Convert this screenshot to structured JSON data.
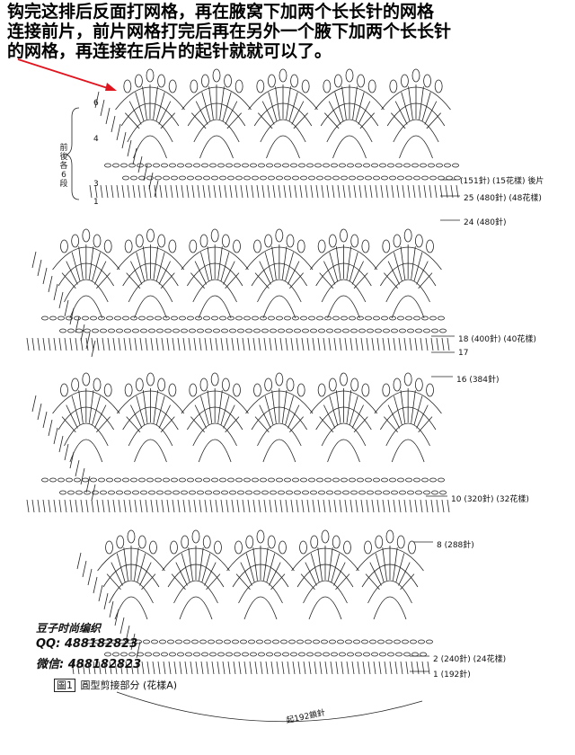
{
  "note": {
    "lines": [
      "钩完这排后反面打网格，再在腋窝下加两个长长针的网格",
      "连接前片，前片网格打完后再在另外一个腋下加两个长长针",
      "的网格，再连接在后片的起针就就可以了。"
    ],
    "accent_color": "#e0141e"
  },
  "row_labels": [
    {
      "id": "r6",
      "text": "6"
    },
    {
      "id": "r4",
      "text": "4"
    },
    {
      "id": "r3",
      "text": "3"
    },
    {
      "id": "r1",
      "text": "1"
    },
    {
      "id": "r151",
      "text": "(151針) (15花樣) 後片"
    },
    {
      "id": "r25",
      "text": "25 (480針) (48花樣)"
    },
    {
      "id": "r24",
      "text": "24 (480針)"
    },
    {
      "id": "r18",
      "text": "18 (400針) (40花樣)"
    },
    {
      "id": "r17",
      "text": "17"
    },
    {
      "id": "r16",
      "text": "16 (384針)"
    },
    {
      "id": "r10",
      "text": "10 (320針) (32花樣)"
    },
    {
      "id": "r8",
      "text": "8 (288針)"
    },
    {
      "id": "r2",
      "text": "2 (240針) (24花樣)"
    },
    {
      "id": "r1b",
      "text": "1 (192針)"
    }
  ],
  "side_note": "前後各6段",
  "watermark": {
    "name": "豆子时尚编织",
    "qq": "QQ: 488182823",
    "wechat": "微信: 488182823"
  },
  "caption": {
    "box": "圖1",
    "text": "圓型剪接部分 (花樣A)"
  },
  "start_note": "起192鎖針"
}
